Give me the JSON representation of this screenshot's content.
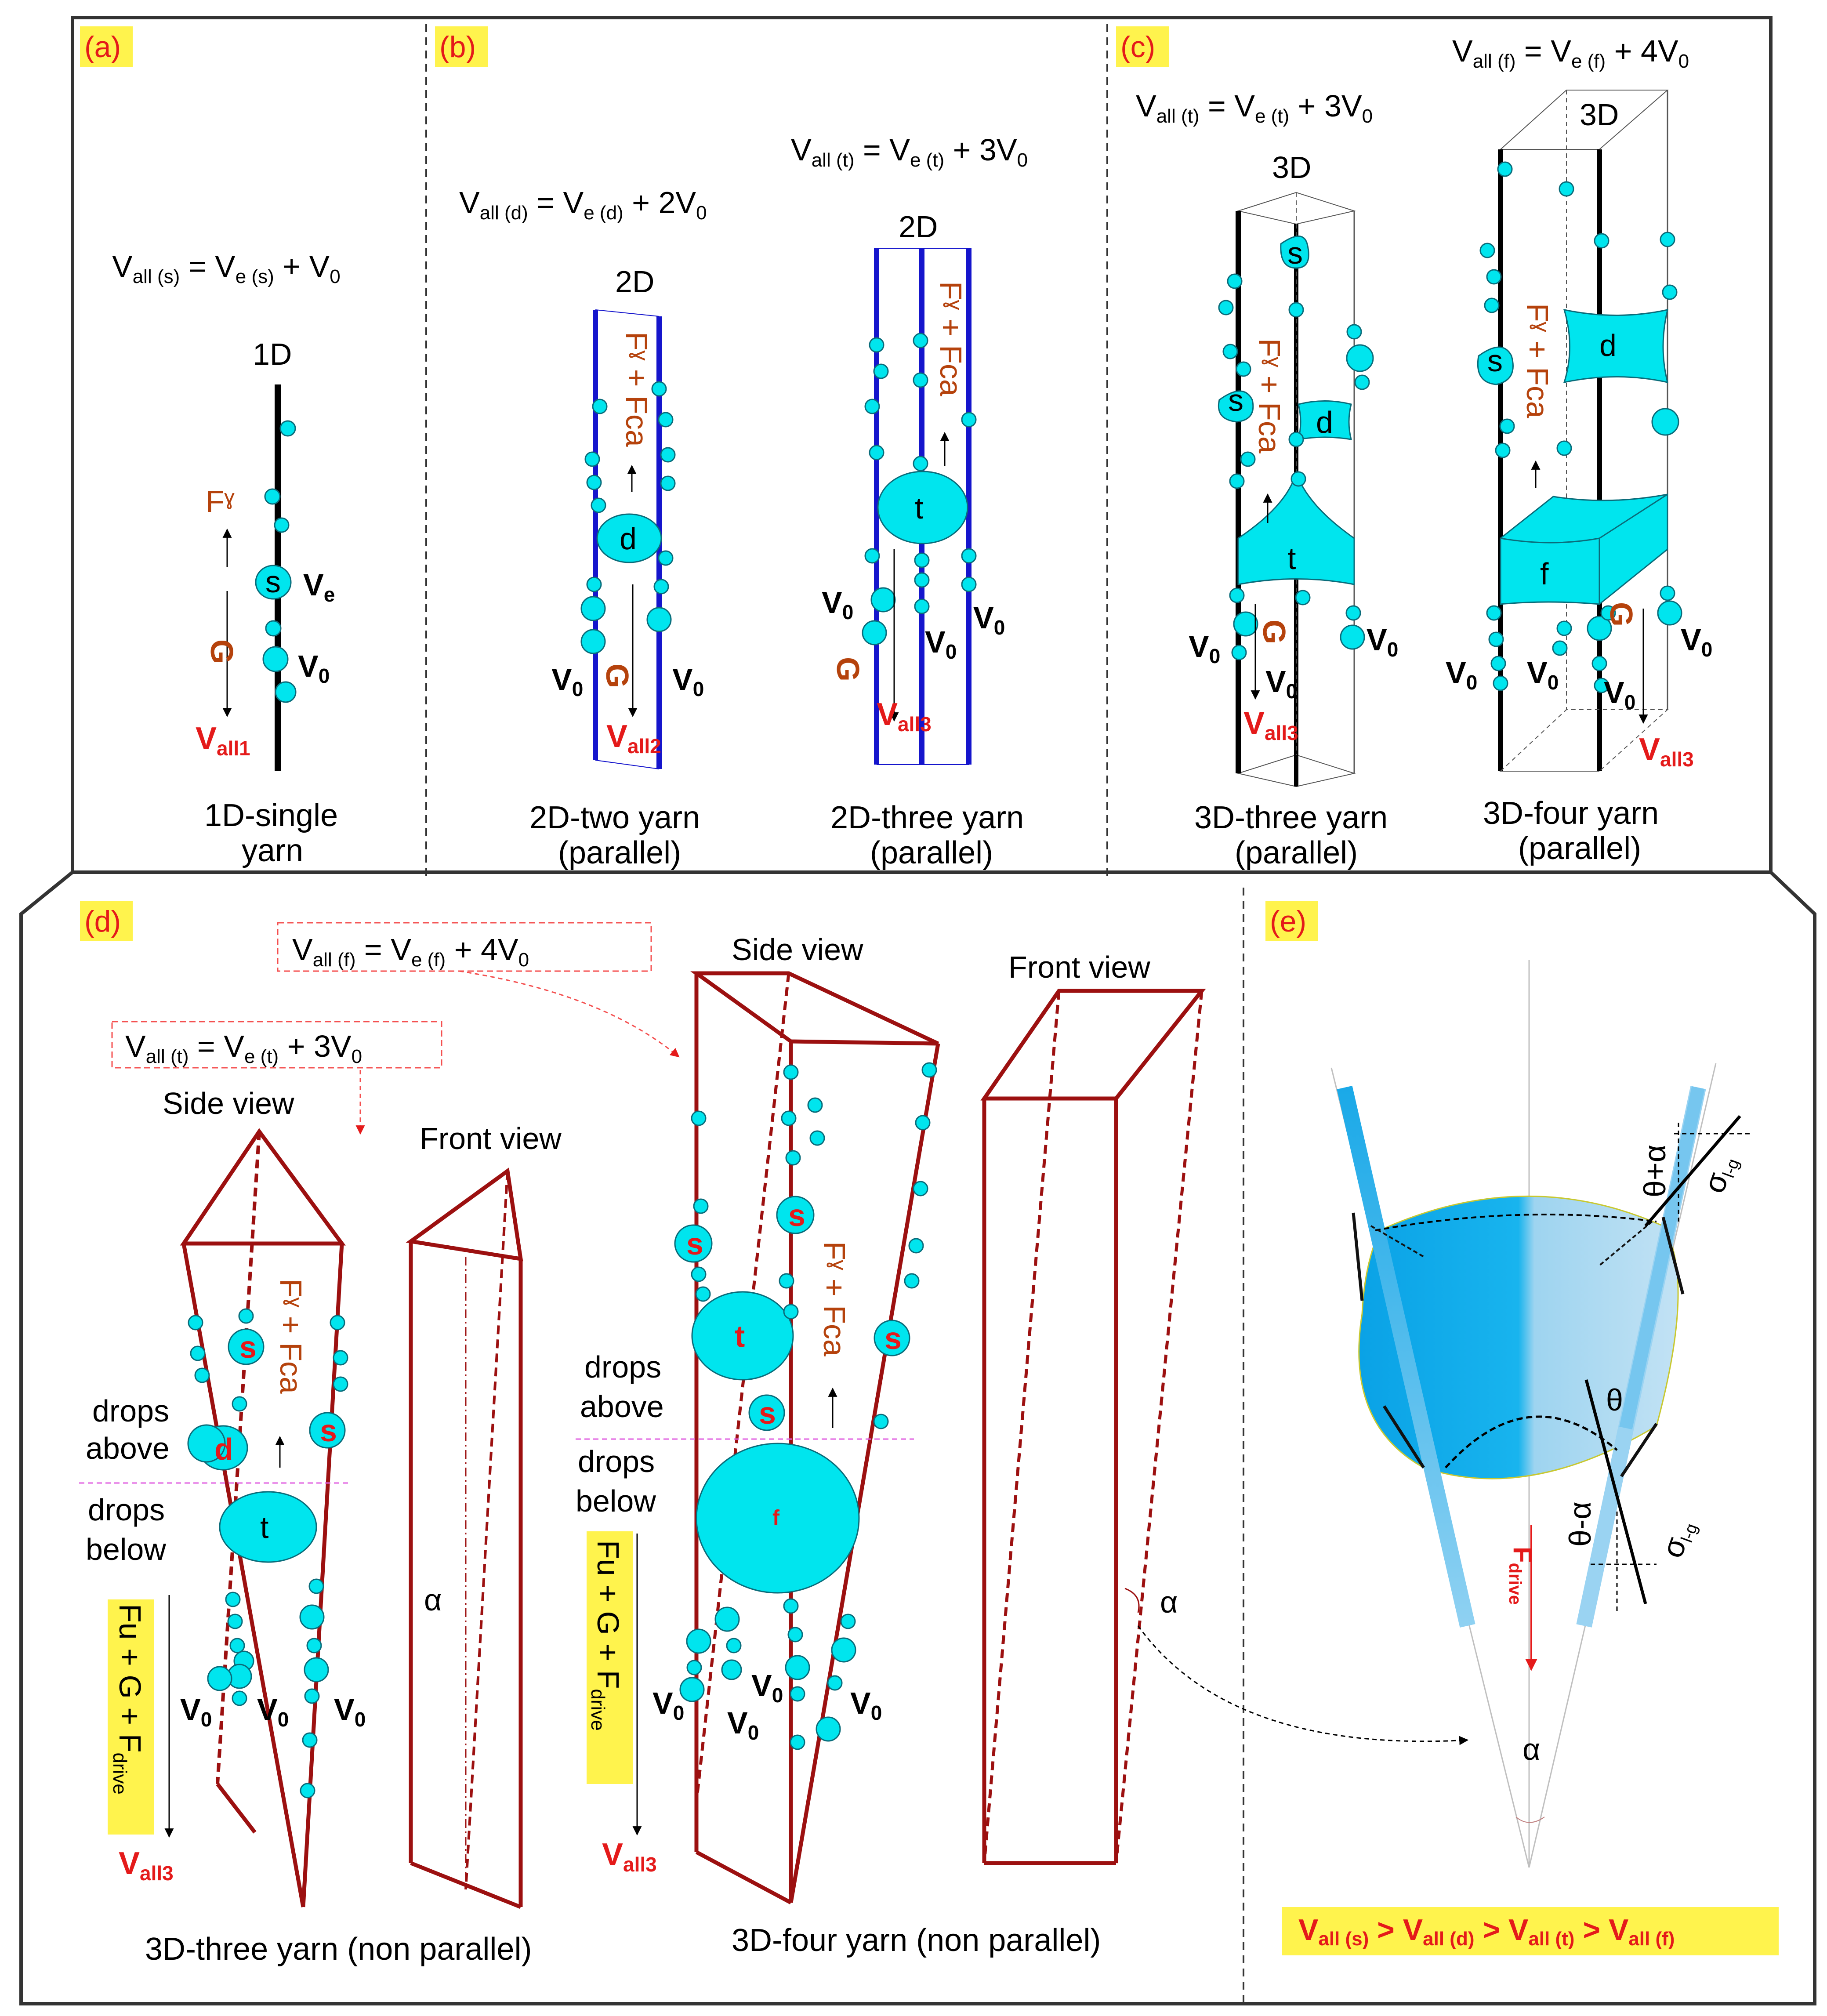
{
  "panels": {
    "a": {
      "tag": "(a)",
      "equation": {
        "lhs": "V",
        "lhs_sub": "all (s)",
        "eq": " = ",
        "ve": "V",
        "ve_sub": "e (s)",
        "plus": " + V",
        "v0_sub": "0"
      },
      "dim": "1D",
      "labels": {
        "fy": "Fˠ",
        "g": "G",
        "ve": "V",
        "ve_sub": "e",
        "v0": "V",
        "v0_sub": "0",
        "vall": "V",
        "vall_sub": "all1",
        "s": "s"
      },
      "caption": [
        "1D-single",
        "yarn"
      ]
    },
    "b": {
      "tag": "(b)",
      "two": {
        "equation": {
          "lhs": "V",
          "lhs_sub": "all (d)",
          "eq": " = ",
          "ve": "V",
          "ve_sub": "e (d)",
          "plus": " + 2V",
          "v0_sub": "0"
        },
        "dim": "2D",
        "force": "Fˠ + Fca",
        "drop": "d",
        "g": "G",
        "v0": "V",
        "v0_sub": "0",
        "vall": "V",
        "vall_sub": "all2",
        "caption": [
          "2D-two yarn",
          "(parallel)"
        ]
      },
      "three": {
        "equation": {
          "lhs": "V",
          "lhs_sub": "all (t)",
          "eq": " = ",
          "ve": "V",
          "ve_sub": "e (t)",
          "plus": " + 3V",
          "v0_sub": "0"
        },
        "dim": "2D",
        "force": "Fˠ + Fca",
        "drop": "t",
        "g": "G",
        "v0": "V",
        "v0_sub": "0",
        "vall": "V",
        "vall_sub": "all3",
        "caption": [
          "2D-three yarn",
          "(parallel)"
        ]
      }
    },
    "c": {
      "tag": "(c)",
      "three": {
        "equation": {
          "lhs": "V",
          "lhs_sub": "all (t)",
          "eq": " = ",
          "ve": "V",
          "ve_sub": "e (t)",
          "plus": " + 3V",
          "v0_sub": "0"
        },
        "dim": "3D",
        "force": "Fˠ + Fca",
        "drops": [
          "s",
          "s",
          "d",
          "t"
        ],
        "g": "G",
        "v0": "V",
        "v0_sub": "0",
        "vall": "V",
        "vall_sub": "all3",
        "caption": [
          "3D-three yarn",
          "(parallel)"
        ]
      },
      "four": {
        "equation": {
          "lhs": "V",
          "lhs_sub": "all (f)",
          "eq": " = ",
          "ve": "V",
          "ve_sub": "e (f)",
          "plus": " + 4V",
          "v0_sub": "0"
        },
        "dim": "3D",
        "force": "Fˠ + Fca",
        "drops": [
          "s",
          "d",
          "f"
        ],
        "g": "G",
        "v0": "V",
        "v0_sub": "0",
        "vall": "V",
        "vall_sub": "all3",
        "caption": [
          "3D-four yarn",
          "(parallel)"
        ]
      }
    },
    "d": {
      "tag": "(d)",
      "eq_t": {
        "lhs": "V",
        "lhs_sub": "all (t)",
        "eq": " = ",
        "ve": "V",
        "ve_sub": "e (t)",
        "plus": " + 3V",
        "v0_sub": "0"
      },
      "eq_f": {
        "lhs": "V",
        "lhs_sub": "all (f)",
        "eq": " = ",
        "ve": "V",
        "ve_sub": "e (f)",
        "plus": " + 4V",
        "v0_sub": "0"
      },
      "side_view": "Side view",
      "front_view": "Front view",
      "drops_above": [
        "drops",
        "above"
      ],
      "drops_below": [
        "drops",
        "below"
      ],
      "force_up": "Fˠ + Fca",
      "force_down": "Fu + G + F",
      "force_down_sub": "drive",
      "alpha": "α",
      "v0": "V",
      "v0_sub": "0",
      "vall": "V",
      "vall_sub": "all3",
      "drops_three": [
        "s",
        "d",
        "s",
        "t"
      ],
      "drops_four": [
        "s",
        "s",
        "t",
        "s",
        "s",
        "f"
      ],
      "caption_three": "3D-three yarn (non parallel)",
      "caption_four": "3D-four yarn (non parallel)"
    },
    "e": {
      "tag": "(e)",
      "theta_plus": "θ+α",
      "theta": "θ",
      "theta_minus": "θ-α",
      "sigma": "σ",
      "sigma_sub": "l-g",
      "fdrive": "F",
      "fdrive_sub": "drive",
      "alpha": "α",
      "inequality": [
        {
          "v": "V",
          "sub": "all (s)"
        },
        {
          "v": "V",
          "sub": "all (d)"
        },
        {
          "v": "V",
          "sub": "all (t)"
        },
        {
          "v": "V",
          "sub": "all (f)"
        }
      ],
      "gt": " > "
    }
  },
  "colors": {
    "cyan": "#00e5ee",
    "dark_red": "#9c1010",
    "blue_yarn": "#1515cc",
    "label_red": "#e41a1a",
    "force_brown": "#b5420c",
    "tag_bg": "#fff34d"
  }
}
